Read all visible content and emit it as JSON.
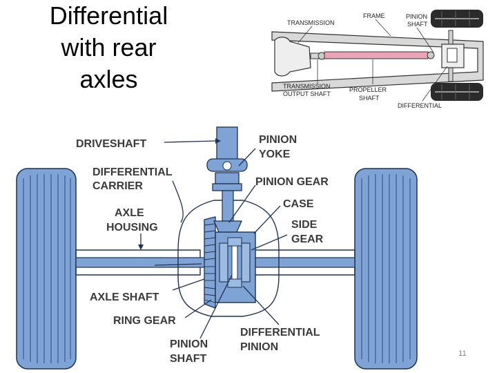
{
  "slide": {
    "title_lines": [
      "Differential",
      "with rear",
      "axles"
    ],
    "page_number": "11"
  },
  "top_diagram": {
    "labels": {
      "transmission": "TRANSMISSION",
      "frame": "FRAME",
      "pinion_shaft_1": "PINION",
      "pinion_shaft_2": "SHAFT",
      "trans_output_1": "TRANSMISSION",
      "trans_output_2": "OUTPUT SHAFT",
      "propeller_1": "PROPELLER",
      "propeller_2": "SHAFT",
      "differential": "DIFFERENTIAL"
    },
    "colors": {
      "frame": "#d9d9d9",
      "shaft": "#e9a5b5",
      "tire": "#2b2b2b"
    }
  },
  "main_diagram": {
    "labels": {
      "driveshaft": "DRIVESHAFT",
      "pinion_yoke_1": "PINION",
      "pinion_yoke_2": "YOKE",
      "diff_carrier_1": "DIFFERENTIAL",
      "diff_carrier_2": "CARRIER",
      "pinion_gear": "PINION GEAR",
      "case": "CASE",
      "axle_housing_1": "AXLE",
      "axle_housing_2": "HOUSING",
      "side_gear_1": "SIDE",
      "side_gear_2": "GEAR",
      "axle_shaft": "AXLE SHAFT",
      "ring_gear": "RING GEAR",
      "diff_pinion_1": "DIFFERENTIAL",
      "diff_pinion_2": "PINION",
      "pinion_shaft_1": "PINION",
      "pinion_shaft_2": "SHAFT"
    },
    "colors": {
      "part": "#7ea3d4",
      "outline": "#1f3050",
      "tire_line": "#4a6aa0",
      "label": "#3a3a3a"
    }
  }
}
